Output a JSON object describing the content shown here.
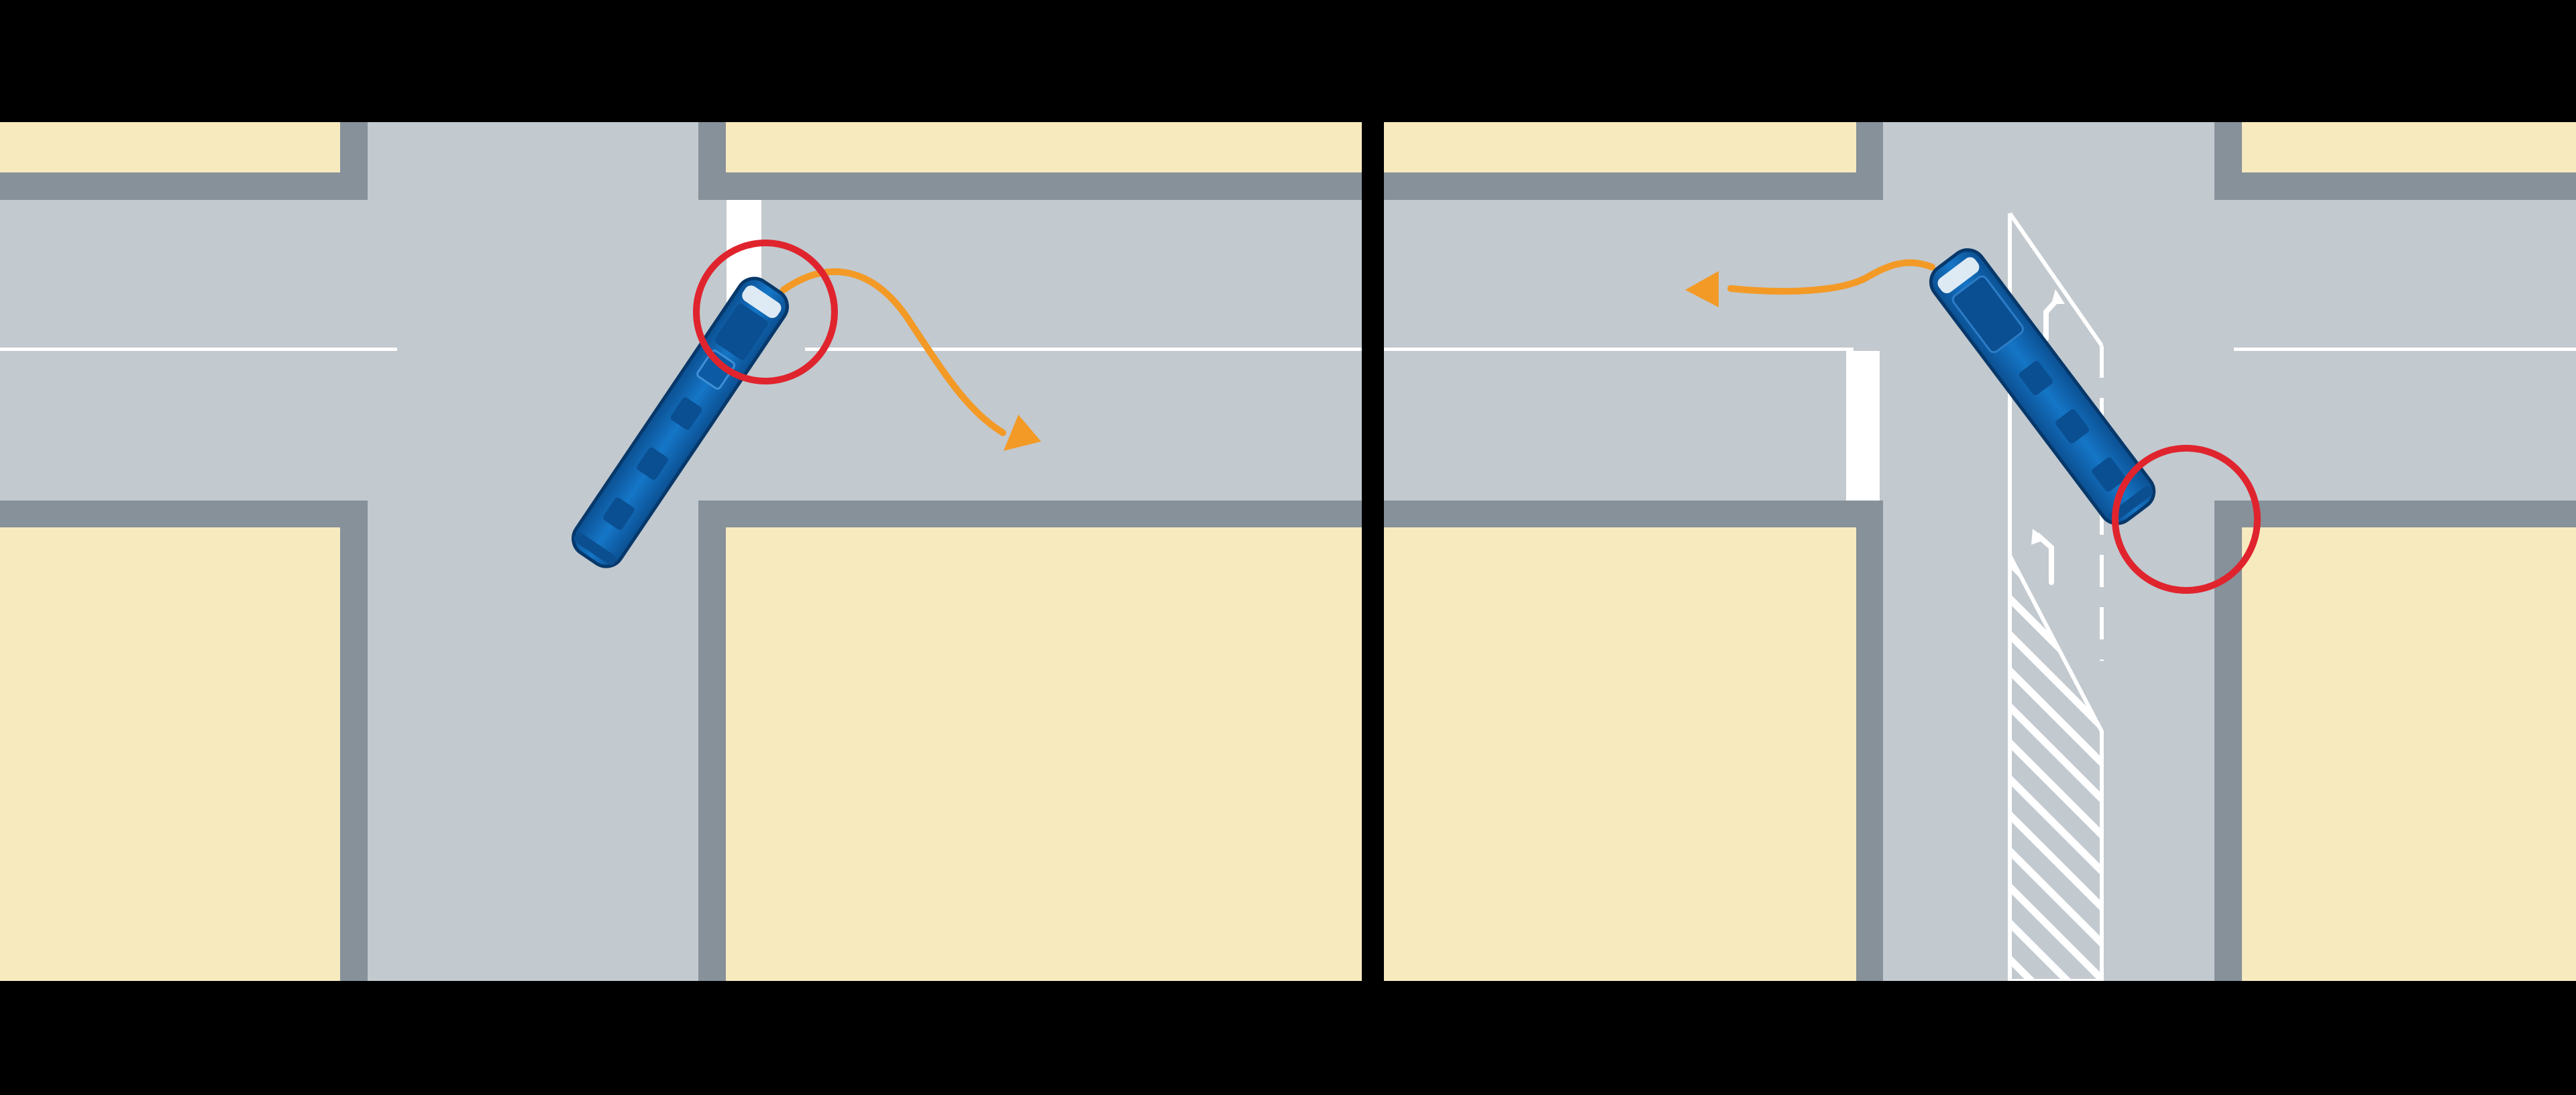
{
  "colors": {
    "background": "#000000",
    "block": "#f8eabf",
    "curb": "#87919a",
    "road": "#c2c9cf",
    "marking": "#ffffff",
    "bus_body": "#0a63ad",
    "bus_dark": "#08407a",
    "bus_light": "#4b9de0",
    "path_arrow": "#f39a26",
    "highlight_circle": "#e0242e"
  },
  "panels": [
    {
      "id": "left",
      "maneuver": "right-turn",
      "vehicle": "bus",
      "highlight": "front-corner-of-bus",
      "markings": [
        "center-line",
        "stop-line"
      ]
    },
    {
      "id": "right",
      "maneuver": "left-turn",
      "vehicle": "bus",
      "highlight": "rear-corner-of-bus",
      "markings": [
        "center-line",
        "stop-line",
        "lane-dividers",
        "hatched-zebra-zone",
        "lane-arrows"
      ]
    }
  ],
  "icons": {
    "bus": "bus-top-view-icon",
    "arrow": "turn-path-arrow",
    "circle": "warning-circle"
  }
}
